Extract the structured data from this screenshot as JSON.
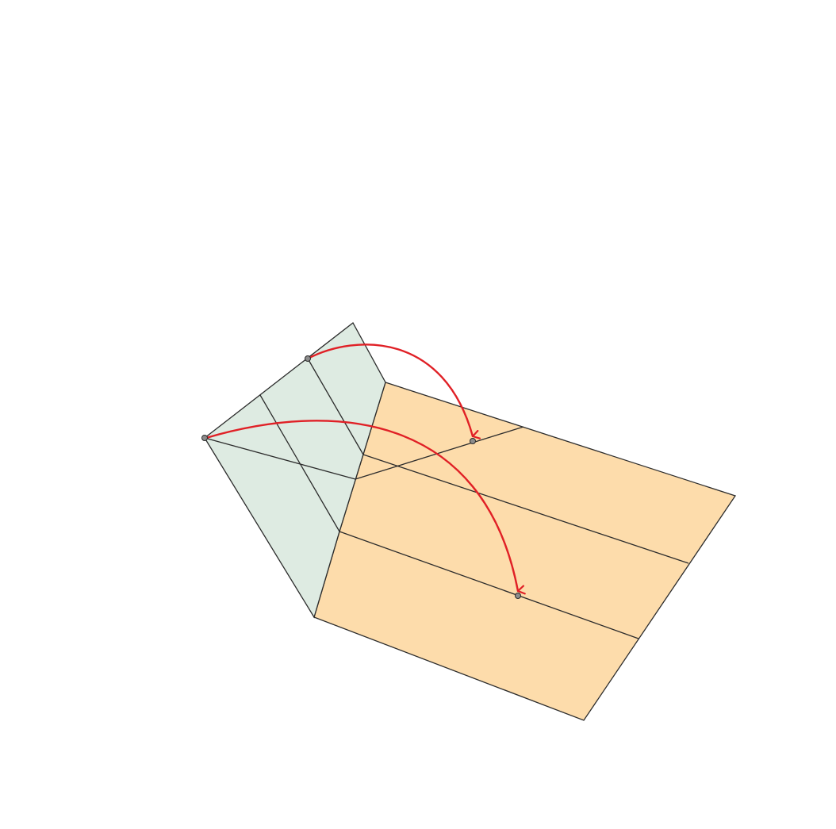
{
  "diagram": {
    "kind": "paper-folding-step",
    "colors": {
      "background": "#ffffff",
      "flap_fill": "#deebe2",
      "base_fill": "#fddcab",
      "crease_line": "#2b2b2b",
      "arrow": "#e02026",
      "point_fill": "#8c8c8c"
    },
    "flap_crease_count": 3,
    "base_crease_count": 3,
    "fold_arrow_count": 2,
    "marked_point_count": 4
  }
}
